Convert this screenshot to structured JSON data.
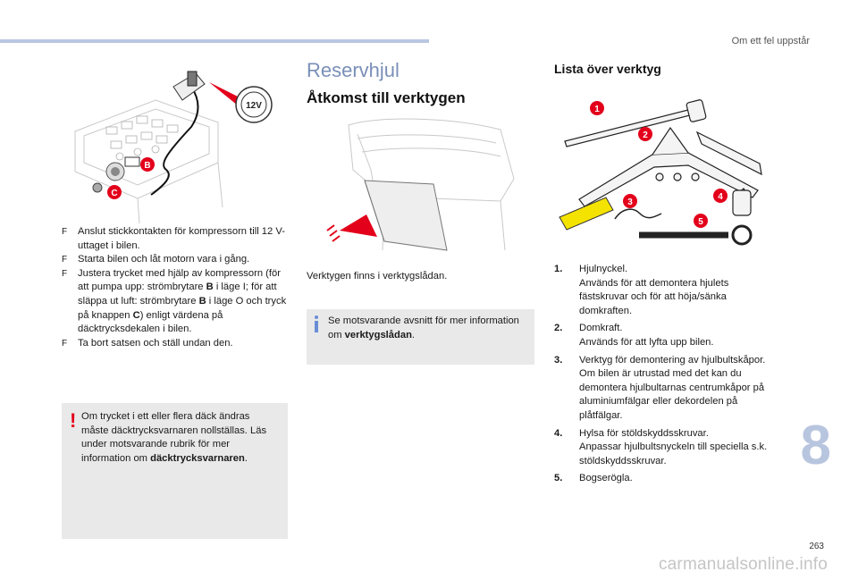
{
  "header": {
    "section_title": "Om ett fel uppstår"
  },
  "left_figure": {
    "callout_12v": "12V",
    "callout_b": "B",
    "callout_c": "C"
  },
  "instructions": [
    {
      "marker": "F",
      "text": "Anslut stickkontakten för kompressorn till 12 V-uttaget i bilen."
    },
    {
      "marker": "F",
      "text": "Starta bilen och låt motorn vara i gång."
    },
    {
      "marker": "F",
      "pre": "Justera trycket med hjälp av kompressorn (för att pumpa upp: strömbrytare ",
      "b1": "B",
      "mid": " i läge I; för att släppa ut luft: strömbrytare ",
      "b2": "B",
      "mid2": " i läge O och tryck på knappen ",
      "b3": "C",
      "post": ") enligt värdena på däcktrycksdekalen i bilen."
    },
    {
      "marker": "F",
      "text": "Ta bort satsen och ställ undan den."
    }
  ],
  "warning_note": {
    "text": "Om trycket i ett eller flera däck ändras måste däcktrycksvarnaren nollställas. Läs under motsvarande rubrik för mer information om ",
    "bold": "däcktrycksvarnaren",
    "end": "."
  },
  "middle": {
    "title": "Reservhjul",
    "subtitle": "Åtkomst till verktygen",
    "caption": "Verktygen finns i verktygslådan.",
    "info_note": {
      "text": "Se motsvarande avsnitt för mer information om ",
      "bold": "verktygslådan",
      "end": "."
    }
  },
  "tools": {
    "title": "Lista över verktyg",
    "items": [
      {
        "num": "1.",
        "name": "Hjulnyckel.",
        "desc": "Används för att demontera hjulets fästskruvar och för att höja/sänka domkraften."
      },
      {
        "num": "2.",
        "name": "Domkraft.",
        "desc": "Används för att lyfta upp bilen."
      },
      {
        "num": "3.",
        "name": "Verktyg för demontering av hjulbultskåpor.",
        "desc": "Om bilen är utrustad med det kan du demontera hjulbultarnas centrumkåpor på aluminiumfälgar eller dekordelen på plåtfälgar."
      },
      {
        "num": "4.",
        "name": "Hylsa för stöldskyddsskruvar.",
        "desc": "Anpassar hjulbultsnyckeln till speciella s.k. stöldskyddsskruvar."
      },
      {
        "num": "5.",
        "name": "Bogserögla.",
        "desc": ""
      }
    ],
    "figure_labels": [
      "1",
      "2",
      "3",
      "4",
      "5"
    ]
  },
  "chapter_number": "8",
  "page_number": "263",
  "watermark": "carmanualsonline.info",
  "colors": {
    "accent_red": "#e3001b",
    "header_blue": "#b9c7e1",
    "title_blue": "#7a8fb8"
  }
}
